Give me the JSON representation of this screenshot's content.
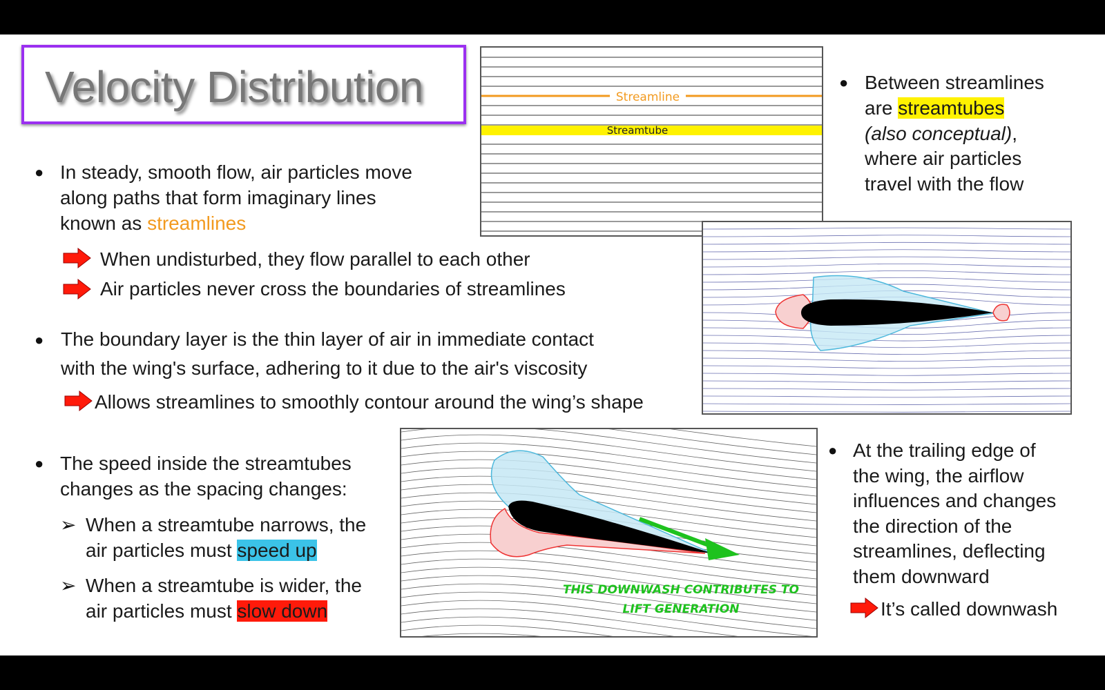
{
  "title": "Velocity Distribution",
  "left": {
    "b1": {
      "pre": "In steady, smooth flow, air particles move",
      "line2": "along paths that form imaginary lines",
      "line3_pre": "known as ",
      "line3_hl": "streamlines"
    },
    "a1": "When undisturbed, they flow parallel to each other",
    "a2": "Air particles never cross the boundaries of streamlines",
    "b2": {
      "line1": "The boundary layer is the thin layer of air in immediate contact",
      "line2": "with the wing's surface, adhering to it due to the air's viscosity"
    },
    "a3": "Allows streamlines to smoothly contour around the wing’s shape",
    "b3": {
      "line1": "The speed inside the streamtubes",
      "line2": "changes as the spacing changes:"
    },
    "s1": {
      "line1": "When a streamtube narrows, the",
      "line2_pre": "air particles must ",
      "line2_hl": "speed up"
    },
    "s2": {
      "line1": "When a streamtube is wider, the",
      "line2_pre": "air particles must ",
      "line2_hl": "slow down"
    }
  },
  "right": {
    "b1": {
      "line1": "Between streamlines",
      "line2_pre": "are ",
      "line2_hl": "streamtubes",
      "line3_it": "(also conceptual)",
      "line3_post": ",",
      "line4": "where air particles",
      "line5": "travel with the flow"
    },
    "b2": {
      "line1": "At the trailing edge of",
      "line2": "the wing, the airflow",
      "line3": "influences and changes",
      "line4": "the direction of the",
      "line5": "streamlines, deflecting",
      "line6": "them downward"
    },
    "a1": "It’s called downwash"
  },
  "fig1": {
    "streamline_label": "Streamline",
    "streamtube_label": "Streamtube"
  },
  "fig3": {
    "caption_line1": "THIS DOWNWASH CONTRIBUTES TO",
    "caption_line2": "LIFT GENERATION"
  },
  "colors": {
    "title_border": "#9b30f0",
    "streamline": "#f29a1f",
    "streamtube": "#fff200",
    "speed_up": "#3bc3e8",
    "slow_down": "#ff1a0a",
    "downwash_arrow": "#1ec21e",
    "arrow_icon": "#ff1a0a"
  },
  "icons": {
    "bullet": "filled-circle",
    "arrow": "red-right-arrow",
    "sub_bullet": "open-arrowhead"
  }
}
